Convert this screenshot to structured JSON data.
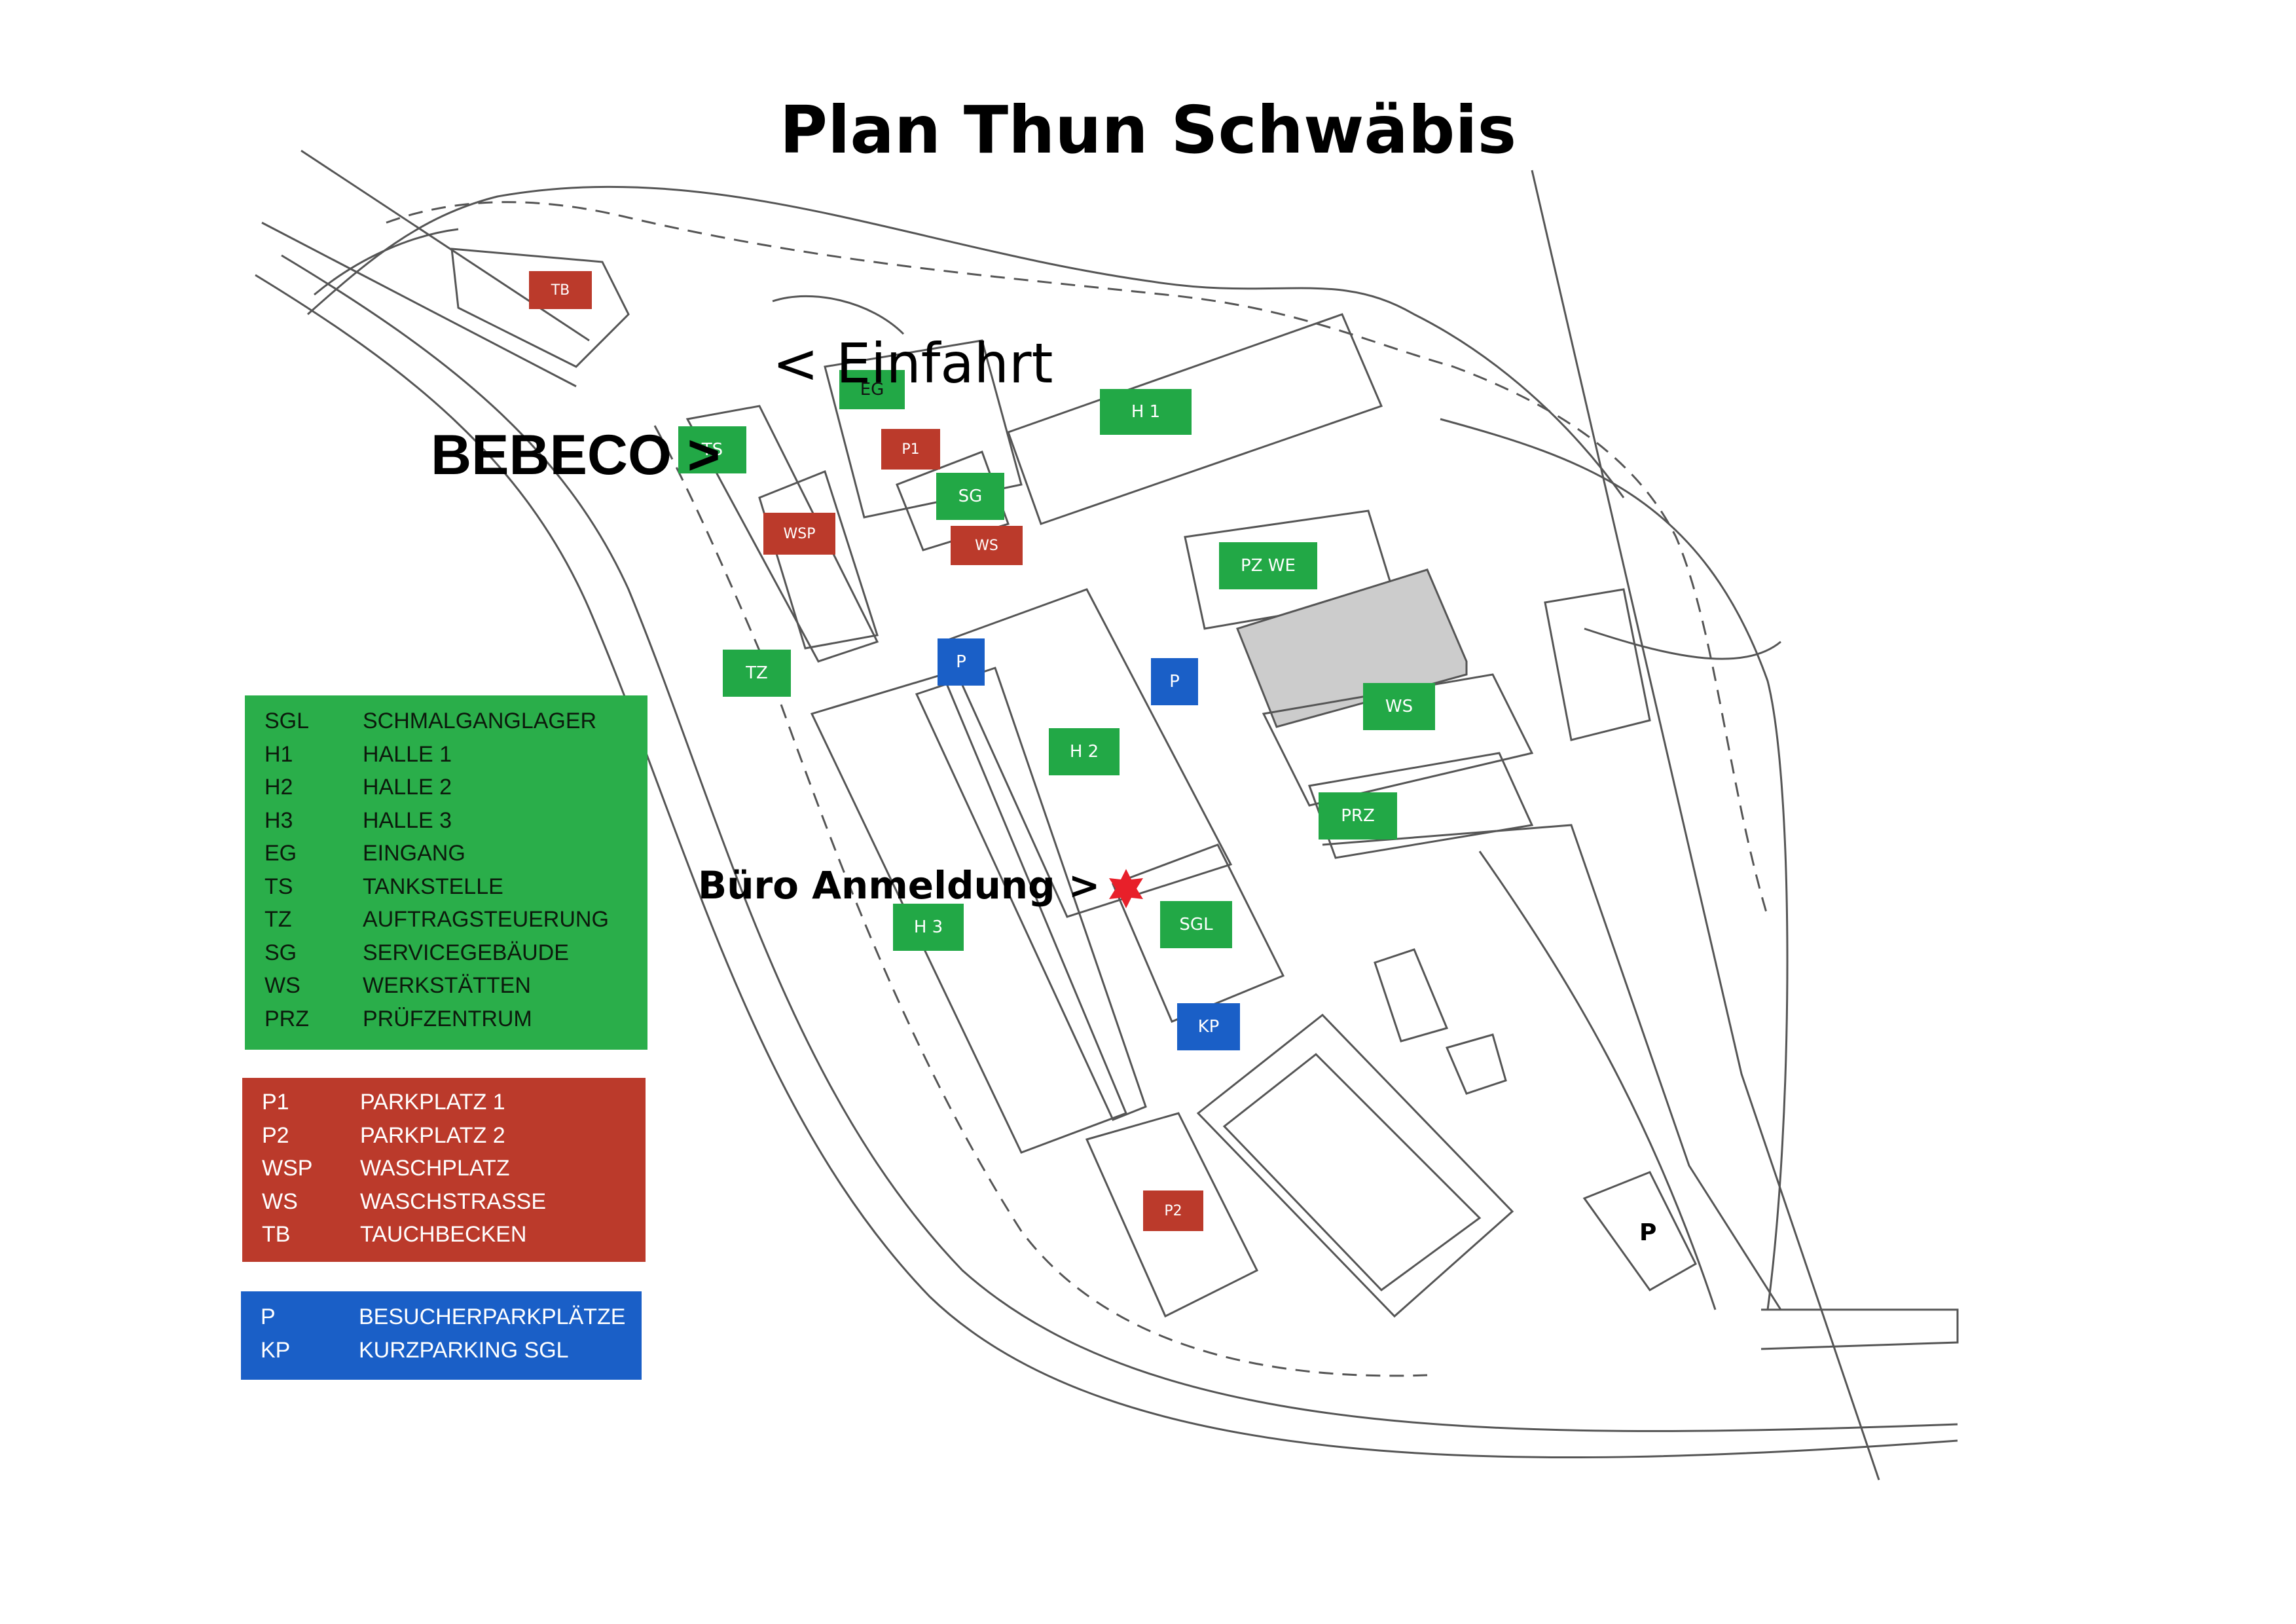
{
  "title": "Plan Thun Schwäbis",
  "callouts": {
    "einfahrt": "< Einfahrt",
    "bebeco": "BEBECO >",
    "buero": "Büro Anmeldung >"
  },
  "map_labels": {
    "tb": "TB",
    "eg": "EG",
    "h1": "H 1",
    "ts": "TS",
    "p1": "P1",
    "sg": "SG",
    "wsp": "WSP",
    "ws_red": "WS",
    "pz_we": "PZ WE",
    "tz": "TZ",
    "p_left": "P",
    "p_mid": "P",
    "ws_green": "WS",
    "h2": "H 2",
    "prz": "PRZ",
    "h3": "H 3",
    "sgl": "SGL",
    "kp": "KP",
    "p2": "P2",
    "p_visitor": "P"
  },
  "legend": {
    "green": [
      {
        "code": "SGL",
        "name": "SCHMALGANGLAGER"
      },
      {
        "code": "H1",
        "name": "HALLE 1"
      },
      {
        "code": "H2",
        "name": "HALLE 2"
      },
      {
        "code": "H3",
        "name": "HALLE 3"
      },
      {
        "code": "EG",
        "name": "EINGANG"
      },
      {
        "code": "TS",
        "name": "TANKSTELLE"
      },
      {
        "code": "TZ",
        "name": "AUFTRAGSTEUERUNG"
      },
      {
        "code": "SG",
        "name": "SERVICEGEBÄUDE"
      },
      {
        "code": "WS",
        "name": "WERKSTÄTTEN"
      },
      {
        "code": "PRZ",
        "name": "PRÜFZENTRUM"
      }
    ],
    "red": [
      {
        "code": "P1",
        "name": "PARKPLATZ 1"
      },
      {
        "code": "P2",
        "name": "PARKPLATZ 2"
      },
      {
        "code": "WSP",
        "name": "WASCHPLATZ"
      },
      {
        "code": "WS",
        "name": "WASCHSTRASSE"
      },
      {
        "code": "TB",
        "name": "TAUCHBECKEN"
      }
    ],
    "blue": [
      {
        "code": "P",
        "name": "BESUCHERPARKPLÄTZE"
      },
      {
        "code": "KP",
        "name": "KURZPARKING SGL"
      }
    ]
  },
  "colors": {
    "green": "#22a846",
    "red": "#bb3a2b",
    "blue": "#1a5fc7",
    "star": "#e8202a",
    "gray_building": "#cccccc"
  }
}
